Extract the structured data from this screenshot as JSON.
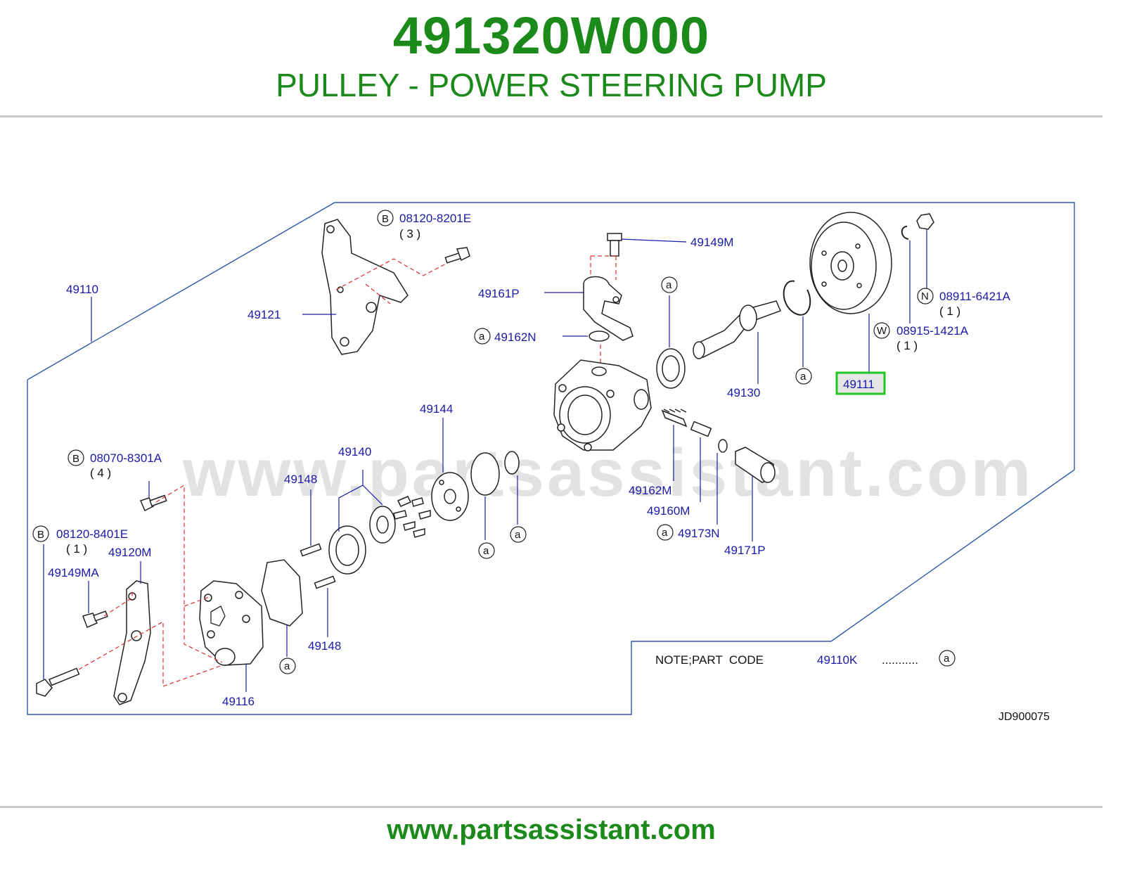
{
  "header": {
    "part_number": "491320W000",
    "part_name": "PULLEY - POWER STEERING PUMP"
  },
  "watermark": "www.partsassistant.com",
  "footer": {
    "url": "www.partsassistant.com"
  },
  "diagram": {
    "drawing_id": "JD900075",
    "highlight_color": "#22c622",
    "label_color": "#1a1aa8",
    "labels": {
      "p49110": "49110",
      "p49121": "49121",
      "p08120_8201E": "08120-8201E",
      "q3": "( 3 )",
      "p49149M": "49149M",
      "p49161P": "49161P",
      "p49162N": "49162N",
      "p49130": "49130",
      "p49111": "49111",
      "p08911_6421A": "08911-6421A",
      "q1a": "( 1 )",
      "p08915_1421A": "08915-1421A",
      "q1b": "( 1 )",
      "p49144": "49144",
      "p49140": "49140",
      "p49148a": "49148",
      "p49148b": "49148",
      "p08070_8301A": "08070-8301A",
      "q4": "( 4 )",
      "p08120_8401E": "08120-8401E",
      "q1c": "( 1 )",
      "p49120M": "49120M",
      "p49149MA": "49149MA",
      "p49116": "49116",
      "p49162M": "49162M",
      "p49160M": "49160M",
      "p49173N": "49173N",
      "p49171P": "49171P"
    },
    "markers": {
      "B": "B",
      "N": "N",
      "W": "W",
      "a": "a"
    },
    "note": {
      "text": "NOTE;PART  CODE",
      "code": "49110K",
      "dots": "..........."
    }
  }
}
